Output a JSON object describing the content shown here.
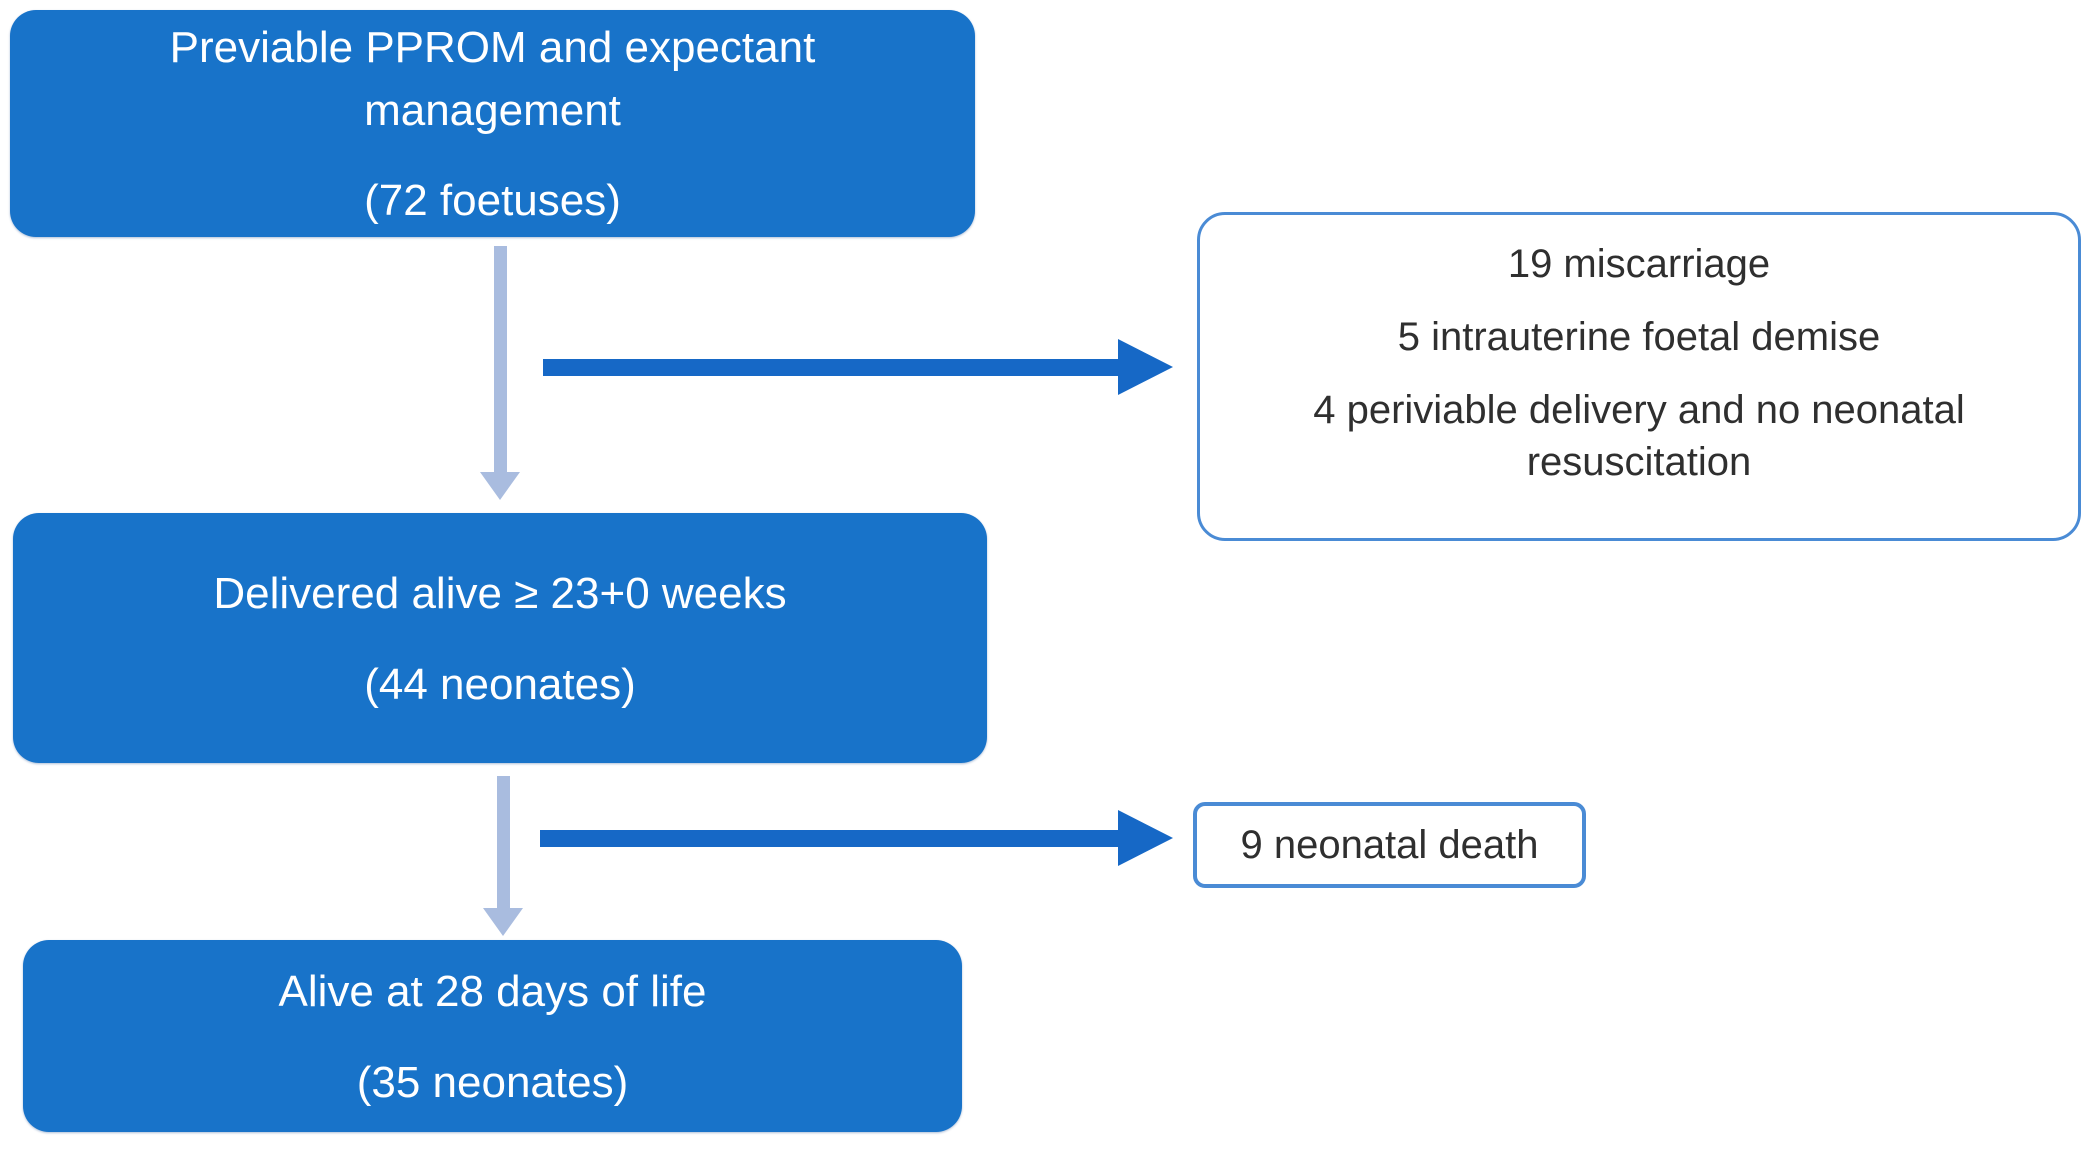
{
  "colors": {
    "node_fill": "#1873c9",
    "node_text": "#ffffff",
    "side_border": "#4a8bd5",
    "side_text": "#2f2f2f",
    "arrow_h": "#1668c6",
    "arrow_v": "#a9bcdf",
    "bg": "#ffffff"
  },
  "flow": {
    "nodes": [
      {
        "id": "start",
        "title": "Previable PPROM and expectant management",
        "count": "(72 foetuses)"
      },
      {
        "id": "delivered",
        "title": "Delivered alive ≥ 23+0 weeks",
        "count": "(44 neonates)"
      },
      {
        "id": "alive28",
        "title": "Alive at 28 days of life",
        "count": "(35 neonates)"
      }
    ],
    "exclusions": [
      {
        "id": "exclusion-1",
        "lines": [
          "19 miscarriage",
          "5 intrauterine foetal demise",
          "4 periviable delivery and no neonatal resuscitation"
        ]
      },
      {
        "id": "exclusion-2",
        "lines": [
          "9 neonatal death"
        ]
      }
    ]
  }
}
